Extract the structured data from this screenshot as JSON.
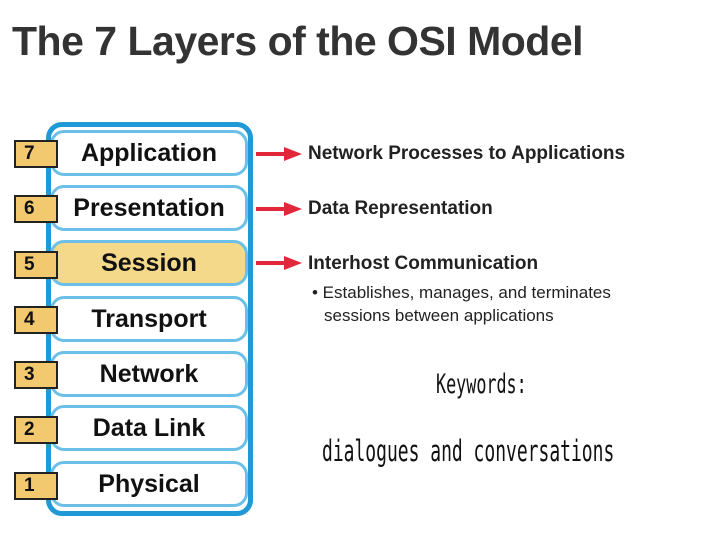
{
  "title": "The 7 Layers of the OSI Model",
  "layers": [
    {
      "number": "7",
      "name": "Application"
    },
    {
      "number": "6",
      "name": "Presentation"
    },
    {
      "number": "5",
      "name": "Session"
    },
    {
      "number": "4",
      "name": "Transport"
    },
    {
      "number": "3",
      "name": "Network"
    },
    {
      "number": "2",
      "name": "Data Link"
    },
    {
      "number": "1",
      "name": "Physical"
    }
  ],
  "descriptions": {
    "application": "Network Processes to Applications",
    "presentation": "Data Representation",
    "session": "Interhost Communication",
    "session_bullet_line1": "• Establishes, manages, and terminates",
    "session_bullet_line2": "sessions between applications"
  },
  "keywords": {
    "heading": "Keywords:",
    "text": "dialogues and conversations"
  },
  "colors": {
    "stack_border": "#1f9ad6",
    "layer_border": "#6cc0e8",
    "number_tag": "#f2c96e",
    "session_highlight": "#f4d98a",
    "arrow": "#e0283a"
  }
}
